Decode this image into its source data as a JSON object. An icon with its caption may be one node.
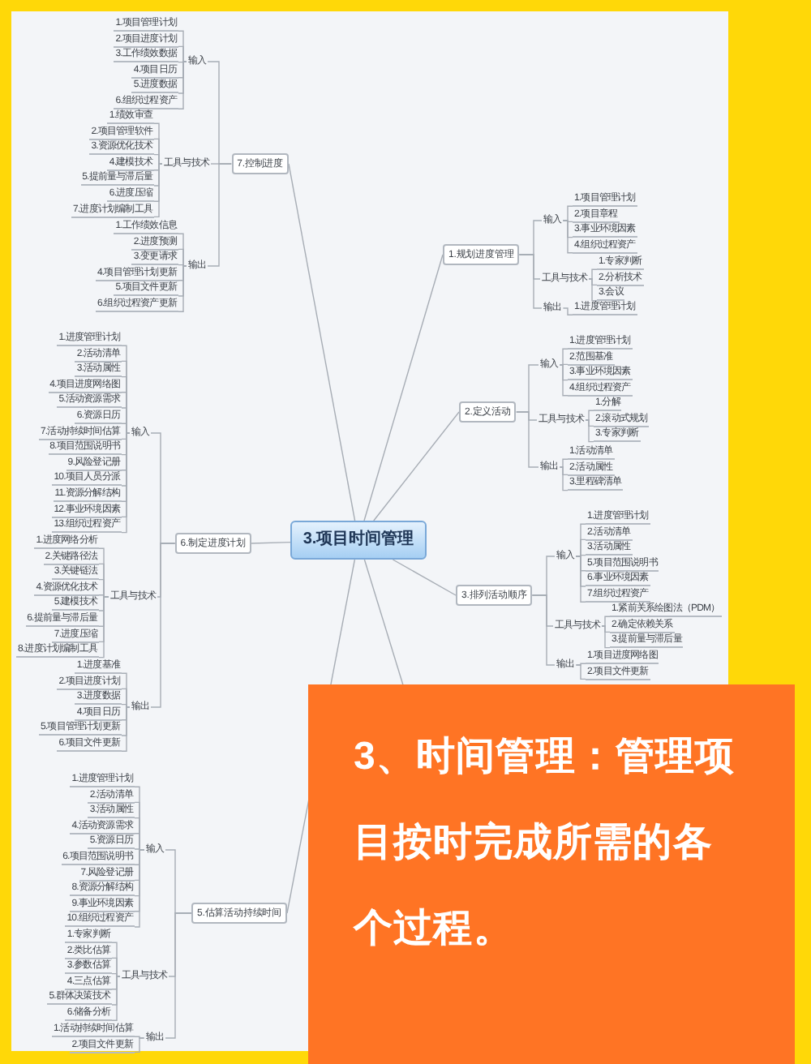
{
  "diagram": {
    "caption": "3、时间管理：管理项目按时完成所需的各个过程。",
    "nodes": [
      {
        "text": [
          "3.项目时间管理"
        ]
      },
      {
        "text": [
          "1.规划进度管理"
        ]
      },
      {
        "text": [
          "输入"
        ]
      },
      {
        "text": [
          "1.项目管理计划"
        ]
      },
      {
        "text": [
          "2.项目章程"
        ]
      },
      {
        "text": [
          "3.事业环境因素"
        ]
      },
      {
        "text": [
          "4.组织过程资产"
        ]
      },
      {
        "text": [
          "工具与技术"
        ]
      },
      {
        "text": [
          "1.专家判断"
        ]
      },
      {
        "text": [
          "2.分析技术"
        ]
      },
      {
        "text": [
          "3.会议"
        ]
      },
      {
        "text": [
          "输出"
        ]
      },
      {
        "text": [
          "1.进度管理计划"
        ]
      },
      {
        "text": [
          "2.定义活动"
        ]
      },
      {
        "text": [
          "输入"
        ]
      },
      {
        "text": [
          "1.进度管理计划"
        ]
      },
      {
        "text": [
          "2.范围基准"
        ]
      },
      {
        "text": [
          "3.事业环境因素"
        ]
      },
      {
        "text": [
          "4.组织过程资产"
        ]
      },
      {
        "text": [
          "工具与技术"
        ]
      },
      {
        "text": [
          "1.分解"
        ]
      },
      {
        "text": [
          "2.滚动式规划"
        ]
      },
      {
        "text": [
          "3.专家判断"
        ]
      },
      {
        "text": [
          "输出"
        ]
      },
      {
        "text": [
          "1.活动清单"
        ]
      },
      {
        "text": [
          "2.活动属性"
        ]
      },
      {
        "text": [
          "3.里程碑清单"
        ]
      },
      {
        "text": [
          "3.排列活动顺序"
        ]
      },
      {
        "text": [
          "输入"
        ]
      },
      {
        "text": [
          "1.进度管理计划"
        ]
      },
      {
        "text": [
          "2.活动清单"
        ]
      },
      {
        "text": [
          "3.活动属性"
        ]
      },
      {
        "text": [
          "5.项目范围说明书"
        ]
      },
      {
        "text": [
          "6.事业环境因素"
        ]
      },
      {
        "text": [
          "7.组织过程资产"
        ]
      },
      {
        "text": [
          "工具与技术"
        ]
      },
      {
        "text": [
          "1.紧前关系绘图法（PDM）"
        ]
      },
      {
        "text": [
          "2.确定依赖关系"
        ]
      },
      {
        "text": [
          "3.提前量与滞后量"
        ]
      },
      {
        "text": [
          "输出"
        ]
      },
      {
        "text": [
          "1.项目进度网络图"
        ]
      },
      {
        "text": [
          "2.项目文件更新"
        ]
      },
      {
        "text": [
          "5.估算活动持续时间"
        ]
      },
      {
        "text": [
          "输入"
        ]
      },
      {
        "text": [
          "1.进度管理计划"
        ]
      },
      {
        "text": [
          "2.活动清单"
        ]
      },
      {
        "text": [
          "3.活动属性"
        ]
      },
      {
        "text": [
          "4.活动资源需求"
        ]
      },
      {
        "text": [
          "5.资源日历"
        ]
      },
      {
        "text": [
          "6.项目范围说明书"
        ]
      },
      {
        "text": [
          "7.风险登记册"
        ]
      },
      {
        "text": [
          "8.资源分解结构"
        ]
      },
      {
        "text": [
          "9.事业环境因素"
        ]
      },
      {
        "text": [
          "10.组织过程资产"
        ]
      },
      {
        "text": [
          "工具与技术"
        ]
      },
      {
        "text": [
          "1.专家判断"
        ]
      },
      {
        "text": [
          "2.类比估算"
        ]
      },
      {
        "text": [
          "3.参数估算"
        ]
      },
      {
        "text": [
          "4.三点估算"
        ]
      },
      {
        "text": [
          "5.群体决策技术"
        ]
      },
      {
        "text": [
          "6.储备分析"
        ]
      },
      {
        "text": [
          "输出"
        ]
      },
      {
        "text": [
          "1.活动持续时间估算"
        ]
      },
      {
        "text": [
          "2.项目文件更新"
        ]
      },
      {
        "text": [
          "6.制定进度计划"
        ]
      },
      {
        "text": [
          "输入"
        ]
      },
      {
        "text": [
          "1.进度管理计划"
        ]
      },
      {
        "text": [
          "2.活动清单"
        ]
      },
      {
        "text": [
          "3.活动属性"
        ]
      },
      {
        "text": [
          "4.项目进度网络图"
        ]
      },
      {
        "text": [
          "5.活动资源需求"
        ]
      },
      {
        "text": [
          "6.资源日历"
        ]
      },
      {
        "text": [
          "7.活动持续时间估算"
        ]
      },
      {
        "text": [
          "8.项目范围说明书"
        ]
      },
      {
        "text": [
          "9.风险登记册"
        ]
      },
      {
        "text": [
          "10.项目人员分派"
        ]
      },
      {
        "text": [
          "11.资源分解结构"
        ]
      },
      {
        "text": [
          "12.事业环境因素"
        ]
      },
      {
        "text": [
          "13.组织过程资产"
        ]
      },
      {
        "text": [
          "工具与技术"
        ]
      },
      {
        "text": [
          "1.进度网络分析"
        ]
      },
      {
        "text": [
          "2.关键路径法"
        ]
      },
      {
        "text": [
          "3.关键链法"
        ]
      },
      {
        "text": [
          "4.资源优化技术"
        ]
      },
      {
        "text": [
          "5.建模技术"
        ]
      },
      {
        "text": [
          "6.提前量与滞后量"
        ]
      },
      {
        "text": [
          "7.进度压缩"
        ]
      },
      {
        "text": [
          "8.进度计划编制工具"
        ]
      },
      {
        "text": [
          "输出"
        ]
      },
      {
        "text": [
          "1.进度基准"
        ]
      },
      {
        "text": [
          "2.项目进度计划"
        ]
      },
      {
        "text": [
          "3.进度数据"
        ]
      },
      {
        "text": [
          "4.项目日历"
        ]
      },
      {
        "text": [
          "5.项目管理计划更新"
        ]
      },
      {
        "text": [
          "6.项目文件更新"
        ]
      },
      {
        "text": [
          "7.控制进度"
        ]
      },
      {
        "text": [
          "输入"
        ]
      },
      {
        "text": [
          "1.项目管理计划"
        ]
      },
      {
        "text": [
          "2.项目进度计划"
        ]
      },
      {
        "text": [
          "3.工作绩效数据"
        ]
      },
      {
        "text": [
          "4.项目日历"
        ]
      },
      {
        "text": [
          "5.进度数据"
        ]
      },
      {
        "text": [
          "6.组织过程资产"
        ]
      },
      {
        "text": [
          "工具与技术"
        ]
      },
      {
        "text": [
          "1.绩效审查"
        ]
      },
      {
        "text": [
          "2.项目管理软件"
        ]
      },
      {
        "text": [
          "3.资源优化技术"
        ]
      },
      {
        "text": [
          "4.建模技术"
        ]
      },
      {
        "text": [
          "5.提前量与滞后量"
        ]
      },
      {
        "text": [
          "6.进度压缩"
        ]
      },
      {
        "text": [
          "7.进度计划编制工具"
        ]
      },
      {
        "text": [
          "输出"
        ]
      },
      {
        "text": [
          "1.工作绩效信息"
        ]
      },
      {
        "text": [
          "2.进度预测"
        ]
      },
      {
        "text": [
          "3.变更请求"
        ]
      },
      {
        "text": [
          "4.项目管理计划更新"
        ]
      },
      {
        "text": [
          "5.项目文件更新"
        ]
      },
      {
        "text": [
          "6.组织过程资产更新"
        ]
      }
    ],
    "edges": [
      {
        "from": 0,
        "to": 1,
        "arrow": "none"
      },
      {
        "from": 0,
        "to": 13,
        "arrow": "none"
      },
      {
        "from": 0,
        "to": 27,
        "arrow": "none"
      },
      {
        "from": 0,
        "to": null,
        "arrow": "none"
      },
      {
        "from": 0,
        "to": 42,
        "arrow": "none"
      },
      {
        "from": 0,
        "to": 64,
        "arrow": "none"
      },
      {
        "from": 0,
        "to": 95,
        "arrow": "none"
      },
      {
        "from": 1,
        "to": 2,
        "arrow": "none"
      },
      {
        "from": 1,
        "to": 7,
        "arrow": "none"
      },
      {
        "from": 1,
        "to": 11,
        "arrow": "none"
      },
      {
        "from": 2,
        "to": 3,
        "arrow": "none"
      },
      {
        "from": 2,
        "to": 4,
        "arrow": "none"
      },
      {
        "from": 2,
        "to": 5,
        "arrow": "none"
      },
      {
        "from": 2,
        "to": 6,
        "arrow": "none"
      },
      {
        "from": 7,
        "to": 8,
        "arrow": "none"
      },
      {
        "from": 7,
        "to": 9,
        "arrow": "none"
      },
      {
        "from": 7,
        "to": 10,
        "arrow": "none"
      },
      {
        "from": 11,
        "to": 12,
        "arrow": "none"
      },
      {
        "from": 13,
        "to": 14,
        "arrow": "none"
      },
      {
        "from": 13,
        "to": 19,
        "arrow": "none"
      },
      {
        "from": 13,
        "to": 23,
        "arrow": "none"
      },
      {
        "from": 14,
        "to": 15,
        "arrow": "none"
      },
      {
        "from": 14,
        "to": 16,
        "arrow": "none"
      },
      {
        "from": 14,
        "to": 17,
        "arrow": "none"
      },
      {
        "from": 14,
        "to": 18,
        "arrow": "none"
      },
      {
        "from": 19,
        "to": 20,
        "arrow": "none"
      },
      {
        "from": 19,
        "to": 21,
        "arrow": "none"
      },
      {
        "from": 19,
        "to": 22,
        "arrow": "none"
      },
      {
        "from": 23,
        "to": 24,
        "arrow": "none"
      },
      {
        "from": 23,
        "to": 25,
        "arrow": "none"
      },
      {
        "from": 23,
        "to": 26,
        "arrow": "none"
      },
      {
        "from": 27,
        "to": 28,
        "arrow": "none"
      },
      {
        "from": 27,
        "to": 35,
        "arrow": "none"
      },
      {
        "from": 27,
        "to": 39,
        "arrow": "none"
      },
      {
        "from": 28,
        "to": 29,
        "arrow": "none"
      },
      {
        "from": 28,
        "to": 30,
        "arrow": "none"
      },
      {
        "from": 28,
        "to": 31,
        "arrow": "none"
      },
      {
        "from": 28,
        "to": 32,
        "arrow": "none"
      },
      {
        "from": 28,
        "to": 33,
        "arrow": "none"
      },
      {
        "from": 28,
        "to": 34,
        "arrow": "none"
      },
      {
        "from": 35,
        "to": 36,
        "arrow": "none"
      },
      {
        "from": 35,
        "to": 37,
        "arrow": "none"
      },
      {
        "from": 35,
        "to": 38,
        "arrow": "none"
      },
      {
        "from": 39,
        "to": 40,
        "arrow": "none"
      },
      {
        "from": 39,
        "to": 41,
        "arrow": "none"
      },
      {
        "from": 42,
        "to": 43,
        "arrow": "none"
      },
      {
        "from": 42,
        "to": 54,
        "arrow": "none"
      },
      {
        "from": 42,
        "to": 61,
        "arrow": "none"
      },
      {
        "from": 43,
        "to": 44,
        "arrow": "none"
      },
      {
        "from": 43,
        "to": 45,
        "arrow": "none"
      },
      {
        "from": 43,
        "to": 46,
        "arrow": "none"
      },
      {
        "from": 43,
        "to": 47,
        "arrow": "none"
      },
      {
        "from": 43,
        "to": 48,
        "arrow": "none"
      },
      {
        "from": 43,
        "to": 49,
        "arrow": "none"
      },
      {
        "from": 43,
        "to": 50,
        "arrow": "none"
      },
      {
        "from": 43,
        "to": 51,
        "arrow": "none"
      },
      {
        "from": 43,
        "to": 52,
        "arrow": "none"
      },
      {
        "from": 43,
        "to": 53,
        "arrow": "none"
      },
      {
        "from": 54,
        "to": 55,
        "arrow": "none"
      },
      {
        "from": 54,
        "to": 56,
        "arrow": "none"
      },
      {
        "from": 54,
        "to": 57,
        "arrow": "none"
      },
      {
        "from": 54,
        "to": 58,
        "arrow": "none"
      },
      {
        "from": 54,
        "to": 59,
        "arrow": "none"
      },
      {
        "from": 54,
        "to": 60,
        "arrow": "none"
      },
      {
        "from": 61,
        "to": 62,
        "arrow": "none"
      },
      {
        "from": 61,
        "to": 63,
        "arrow": "none"
      },
      {
        "from": 64,
        "to": 65,
        "arrow": "none"
      },
      {
        "from": 64,
        "to": 79,
        "arrow": "none"
      },
      {
        "from": 64,
        "to": 88,
        "arrow": "none"
      },
      {
        "from": 65,
        "to": 66,
        "arrow": "none"
      },
      {
        "from": 65,
        "to": 67,
        "arrow": "none"
      },
      {
        "from": 65,
        "to": 68,
        "arrow": "none"
      },
      {
        "from": 65,
        "to": 69,
        "arrow": "none"
      },
      {
        "from": 65,
        "to": 70,
        "arrow": "none"
      },
      {
        "from": 65,
        "to": 71,
        "arrow": "none"
      },
      {
        "from": 65,
        "to": 72,
        "arrow": "none"
      },
      {
        "from": 65,
        "to": 73,
        "arrow": "none"
      },
      {
        "from": 65,
        "to": 74,
        "arrow": "none"
      },
      {
        "from": 65,
        "to": 75,
        "arrow": "none"
      },
      {
        "from": 65,
        "to": 76,
        "arrow": "none"
      },
      {
        "from": 65,
        "to": 77,
        "arrow": "none"
      },
      {
        "from": 65,
        "to": 78,
        "arrow": "none"
      },
      {
        "from": 79,
        "to": 80,
        "arrow": "none"
      },
      {
        "from": 79,
        "to": 81,
        "arrow": "none"
      },
      {
        "from": 79,
        "to": 82,
        "arrow": "none"
      },
      {
        "from": 79,
        "to": 83,
        "arrow": "none"
      },
      {
        "from": 79,
        "to": 84,
        "arrow": "none"
      },
      {
        "from": 79,
        "to": 85,
        "arrow": "none"
      },
      {
        "from": 79,
        "to": 86,
        "arrow": "none"
      },
      {
        "from": 79,
        "to": 87,
        "arrow": "none"
      },
      {
        "from": 88,
        "to": 89,
        "arrow": "none"
      },
      {
        "from": 88,
        "to": 90,
        "arrow": "none"
      },
      {
        "from": 88,
        "to": 91,
        "arrow": "none"
      },
      {
        "from": 88,
        "to": 92,
        "arrow": "none"
      },
      {
        "from": 88,
        "to": 93,
        "arrow": "none"
      },
      {
        "from": 88,
        "to": 94,
        "arrow": "none"
      },
      {
        "from": 95,
        "to": 96,
        "arrow": "none"
      },
      {
        "from": 95,
        "to": 103,
        "arrow": "none"
      },
      {
        "from": 95,
        "to": 111,
        "arrow": "none"
      },
      {
        "from": 96,
        "to": 97,
        "arrow": "none"
      },
      {
        "from": 96,
        "to": 98,
        "arrow": "none"
      },
      {
        "from": 96,
        "to": 99,
        "arrow": "none"
      },
      {
        "from": 96,
        "to": 100,
        "arrow": "none"
      },
      {
        "from": 96,
        "to": 101,
        "arrow": "none"
      },
      {
        "from": 96,
        "to": 102,
        "arrow": "none"
      },
      {
        "from": 103,
        "to": 104,
        "arrow": "none"
      },
      {
        "from": 103,
        "to": 105,
        "arrow": "none"
      },
      {
        "from": 103,
        "to": 106,
        "arrow": "none"
      },
      {
        "from": 103,
        "to": 107,
        "arrow": "none"
      },
      {
        "from": 103,
        "to": 108,
        "arrow": "none"
      },
      {
        "from": 103,
        "to": 109,
        "arrow": "none"
      },
      {
        "from": 103,
        "to": 110,
        "arrow": "none"
      },
      {
        "from": 111,
        "to": 112,
        "arrow": "none"
      },
      {
        "from": 111,
        "to": 113,
        "arrow": "none"
      },
      {
        "from": 111,
        "to": 114,
        "arrow": "none"
      },
      {
        "from": 111,
        "to": 115,
        "arrow": "none"
      },
      {
        "from": 111,
        "to": 116,
        "arrow": "none"
      },
      {
        "from": 111,
        "to": 117,
        "arrow": "none"
      }
    ]
  }
}
